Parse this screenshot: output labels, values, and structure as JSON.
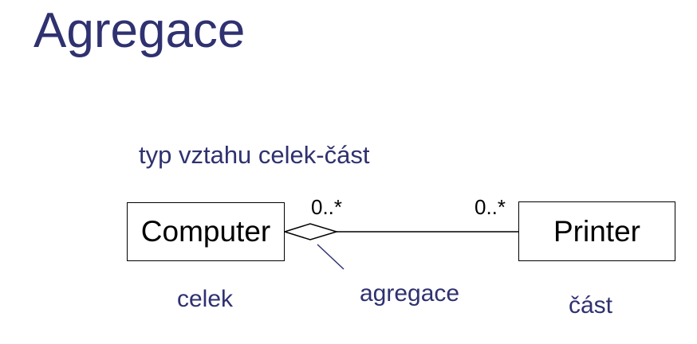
{
  "title": "Agregace",
  "subtitle": "typ vztahu celek-část",
  "diagram": {
    "whole_class": "Computer",
    "part_class": "Printer",
    "whole_multiplicity": "0..*",
    "part_multiplicity": "0..*",
    "whole_caption": "celek",
    "relation_caption": "agregace",
    "part_caption": "část"
  },
  "colors": {
    "text_accent": "#2f3170",
    "lines": "#000000"
  }
}
